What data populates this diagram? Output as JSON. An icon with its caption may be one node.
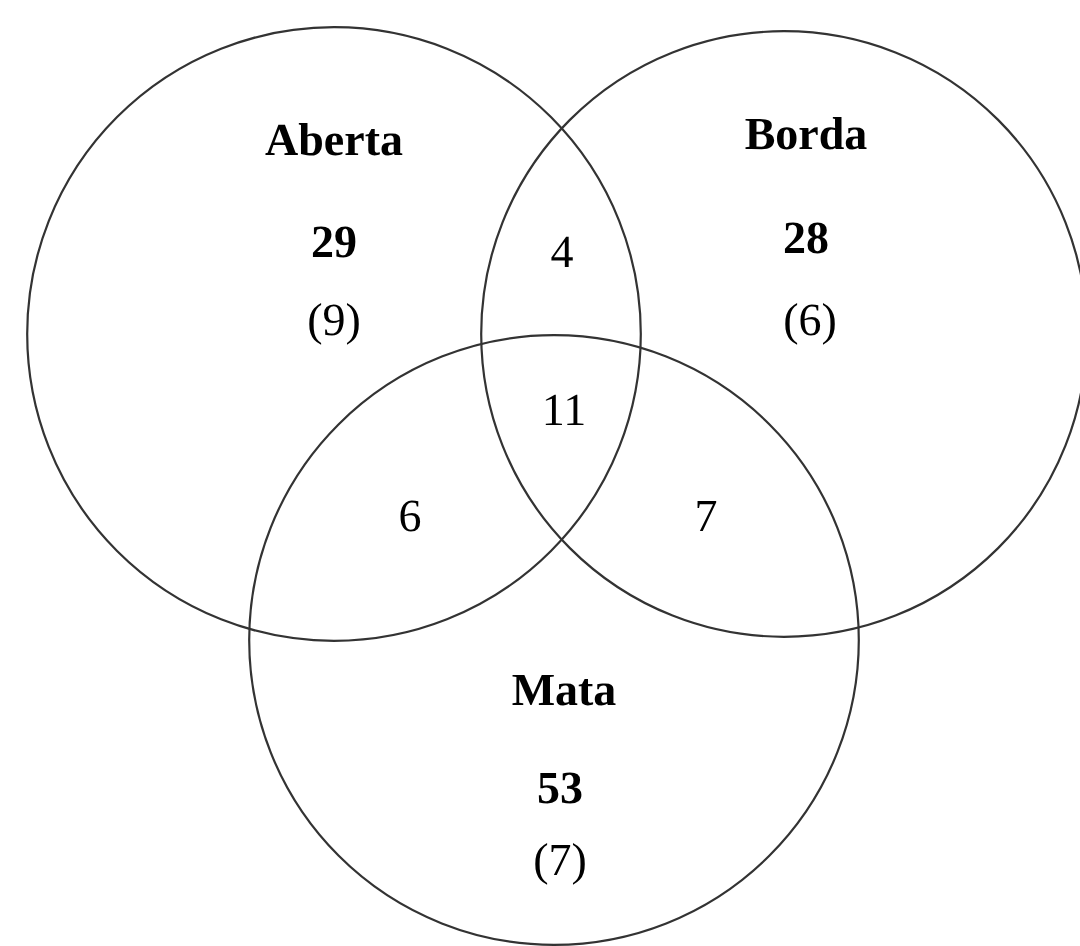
{
  "diagram": {
    "nodes": [
      {
        "text": [
          "Aberta",
          "29",
          "(9)"
        ]
      },
      {
        "text": [
          "Borda",
          "28",
          "(6)"
        ]
      },
      {
        "text": [
          "Mata",
          "53",
          "(7)"
        ]
      }
    ],
    "labels": [
      "4",
      "11",
      "6",
      "7"
    ]
  }
}
